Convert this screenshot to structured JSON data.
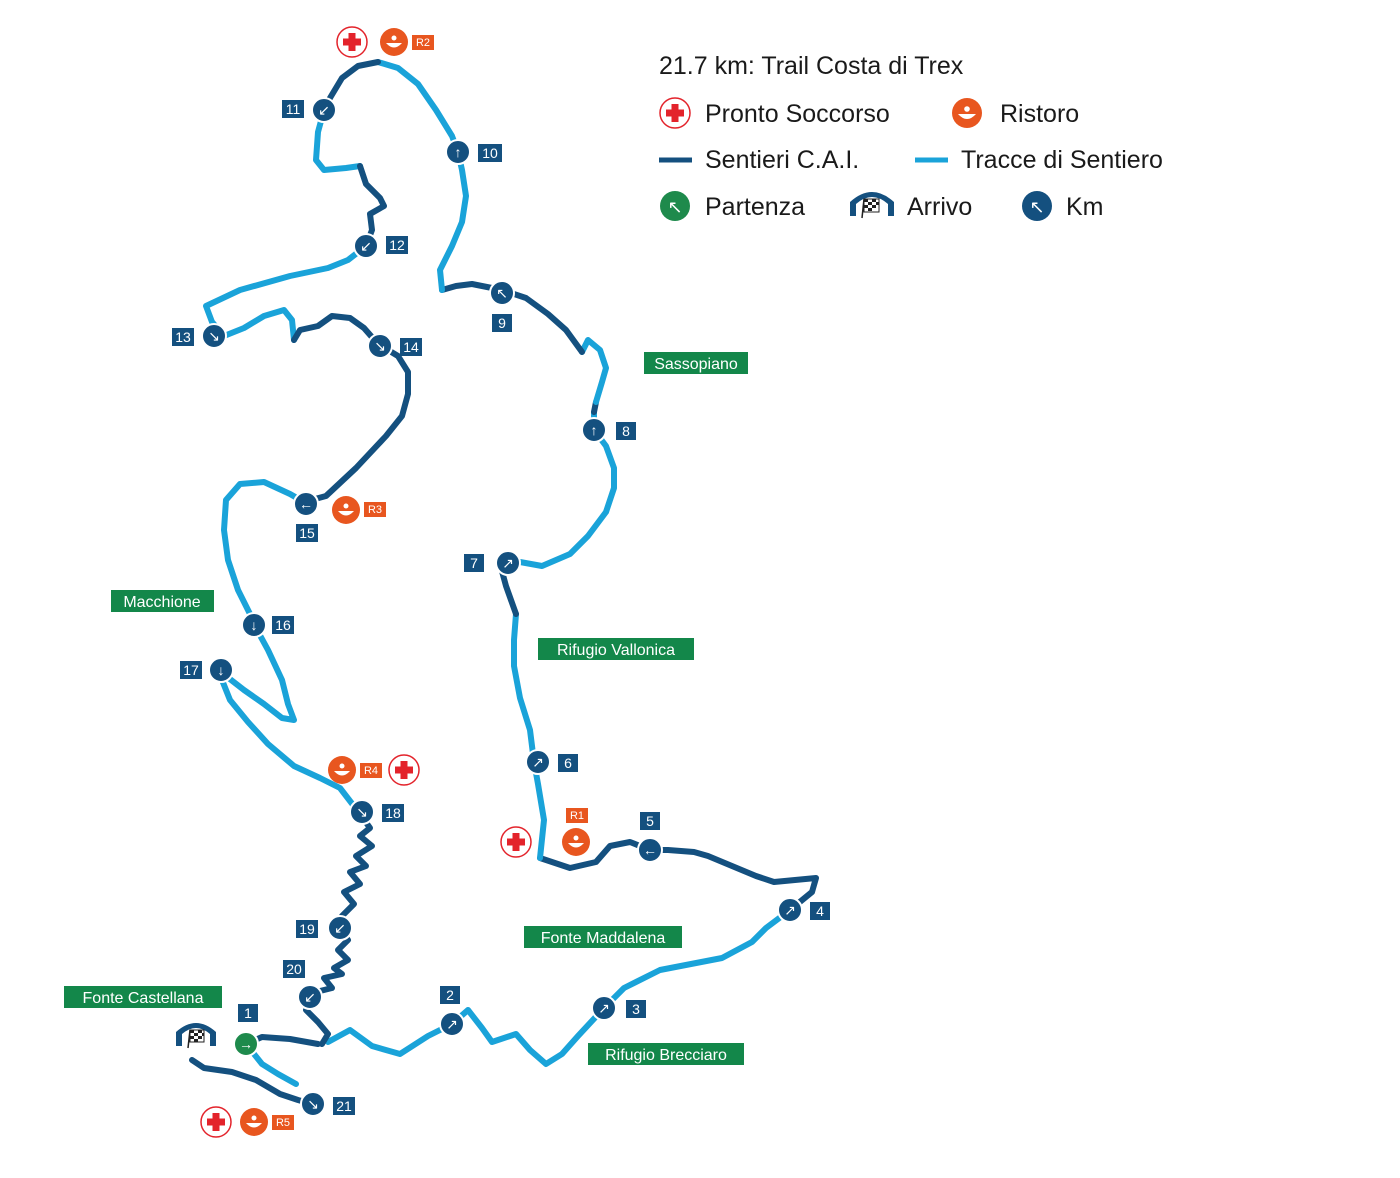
{
  "legend": {
    "title": "21.7 km: Trail Costa di Trex",
    "first_aid": "Pronto Soccorso",
    "refreshment": "Ristoro",
    "cai_trails": "Sentieri C.A.I.",
    "trail_tracks": "Tracce di Sentiero",
    "start": "Partenza",
    "finish": "Arrivo",
    "km": "Km"
  },
  "colors": {
    "cai_trail": "#14507f",
    "trail_track": "#1aa3d9",
    "first_aid_red": "#e3232b",
    "refreshment_orange": "#e8561f",
    "start_green": "#1e8a4c",
    "place_label_green": "#13874a",
    "km_marker_blue": "#14507f"
  },
  "places": [
    "Sassopiano",
    "Rifugio Vallonica",
    "Macchione",
    "Fonte Maddalena",
    "Fonte Castellana",
    "Rifugio Brecciaro"
  ],
  "km_markers": [
    "1",
    "2",
    "3",
    "4",
    "5",
    "6",
    "7",
    "8",
    "9",
    "10",
    "11",
    "12",
    "13",
    "14",
    "15",
    "16",
    "17",
    "18",
    "19",
    "20",
    "21"
  ],
  "refreshment_points": [
    "R1",
    "R2",
    "R3",
    "R4",
    "R5"
  ]
}
